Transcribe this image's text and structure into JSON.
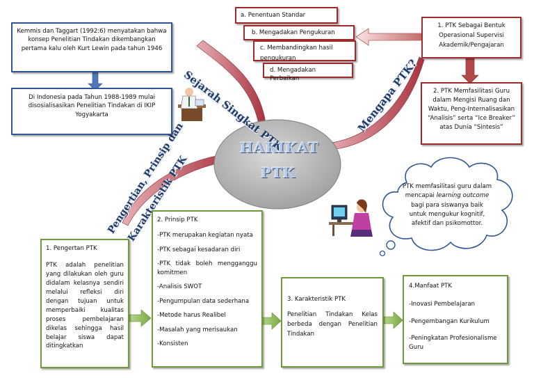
{
  "center": {
    "line1": "HAKIKAT",
    "line2": "PTK"
  },
  "branches": {
    "history": "Sejarah Singkat PTK",
    "why": "Mengapa PTK?",
    "principles_l1": "Pengertian, Prinsip dan",
    "principles_l2": "Karakteristik PTK"
  },
  "history": {
    "box1": "Kemmis dan Taggart (1992:6) menyatakan bahwa konsep Penelitian Tindakan dikembangkan pertama kalu oleh Kurt Lewin pada tahun 1946",
    "box2": "Di Indonesia pada Tahun 1988-1989 mulai disosialisasikan Penelitian Tindakan di IKIP Yogyakarta"
  },
  "steps": [
    "a. Penentuan Standar",
    "b. Mengadakan Pengukuran",
    "c. Membandingkan hasil pengukuran",
    "d. Mengadakan Perbaikan"
  ],
  "why": {
    "box1": "1. PTK Sebagai Bentuk Operasional Supervisi Akademik/Pengajaran",
    "box2": "2. PTK Memfasilitasi Guru dalam Mengisi Ruang dan Waktu, Peng-Internalisasikan “Analisis” serta “Ice Breaker” atas Dunia “Sintesis”"
  },
  "cloud": {
    "part1": "PTK memfasilitasi guru dalam mencapai ",
    "italic": "learning outcome",
    "part2": " bagi para siswanya baik untuk mengukur kognitif, afektif dan psikomottor."
  },
  "definition": {
    "title": "1. Pengertan PTK",
    "body": "PTK adalah penelitian yang dilakukan oleh guru didalam kelasnya sendiri melalui refleksi diri dengan tujuan untuk memperbaiki kualitas proses pembelajaran dikelas sehingga hasil belajar siswa dapat ditingkatkan"
  },
  "principles": {
    "title": "2. Prinsip PTK",
    "items": [
      "-PTK merupakan kegiatan nyata",
      "-PTK sebagai kesadaran diri",
      "-PTK tidak boleh mengganggu komitmen",
      "-Analisis SWOT",
      "-Pengumpulan data sederhana",
      "-Metode harus Realibel",
      "-Masalah yang merisaukan",
      "-Konsisten"
    ]
  },
  "characteristics": {
    "title": "3. Karakteristik PTK",
    "body": "Penelitian Tindakan Kelas berbeda dengan Penelitian Tindakan"
  },
  "benefits": {
    "title": "4.Manfaat PTK",
    "items": [
      "-Inovasi Pembelajaran",
      "-Pengembangan Kurikulum",
      "-Peningkatan Profesionalisme Guru"
    ]
  },
  "colors": {
    "blue": "#2f5597",
    "red": "#a02a2a",
    "green": "#6e9a3a",
    "branch": "#b9434f",
    "oval": "#b3b3b3"
  }
}
